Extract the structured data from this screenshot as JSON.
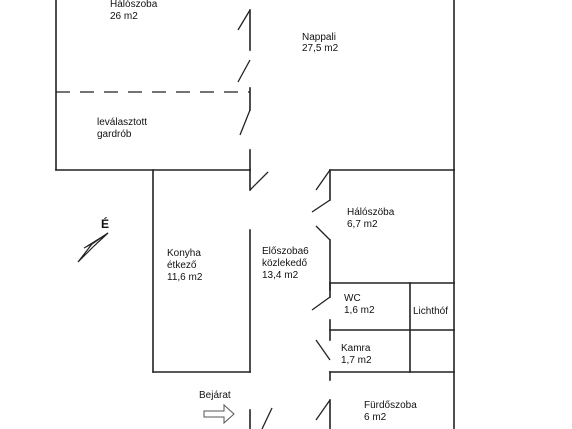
{
  "rooms": [
    {
      "name": "Hálószoba",
      "area": "26 m2"
    },
    {
      "name": "Nappali",
      "area": "27,5 m2"
    },
    {
      "name": "leválasztott",
      "area": "gardrób"
    },
    {
      "name": "Hálószöba",
      "area": "6,7 m2"
    },
    {
      "name": "Konyha",
      "line2": "étkező",
      "area": "11,6 m2"
    },
    {
      "name": "Előszoba6",
      "line2": "közlekedő",
      "area": "13,4 m2"
    },
    {
      "name": "WC",
      "area": "1,6 m2"
    },
    {
      "name": "Lichthóf"
    },
    {
      "name": "Kamra",
      "area": "1,7 m2"
    },
    {
      "name": "Fürdőszoba",
      "area": "6 m2"
    }
  ],
  "entrance": {
    "label": "Bejárat",
    "icon": "entrance-arrow-icon"
  },
  "compass": {
    "label": "É",
    "icon": "north-arrow-icon"
  }
}
